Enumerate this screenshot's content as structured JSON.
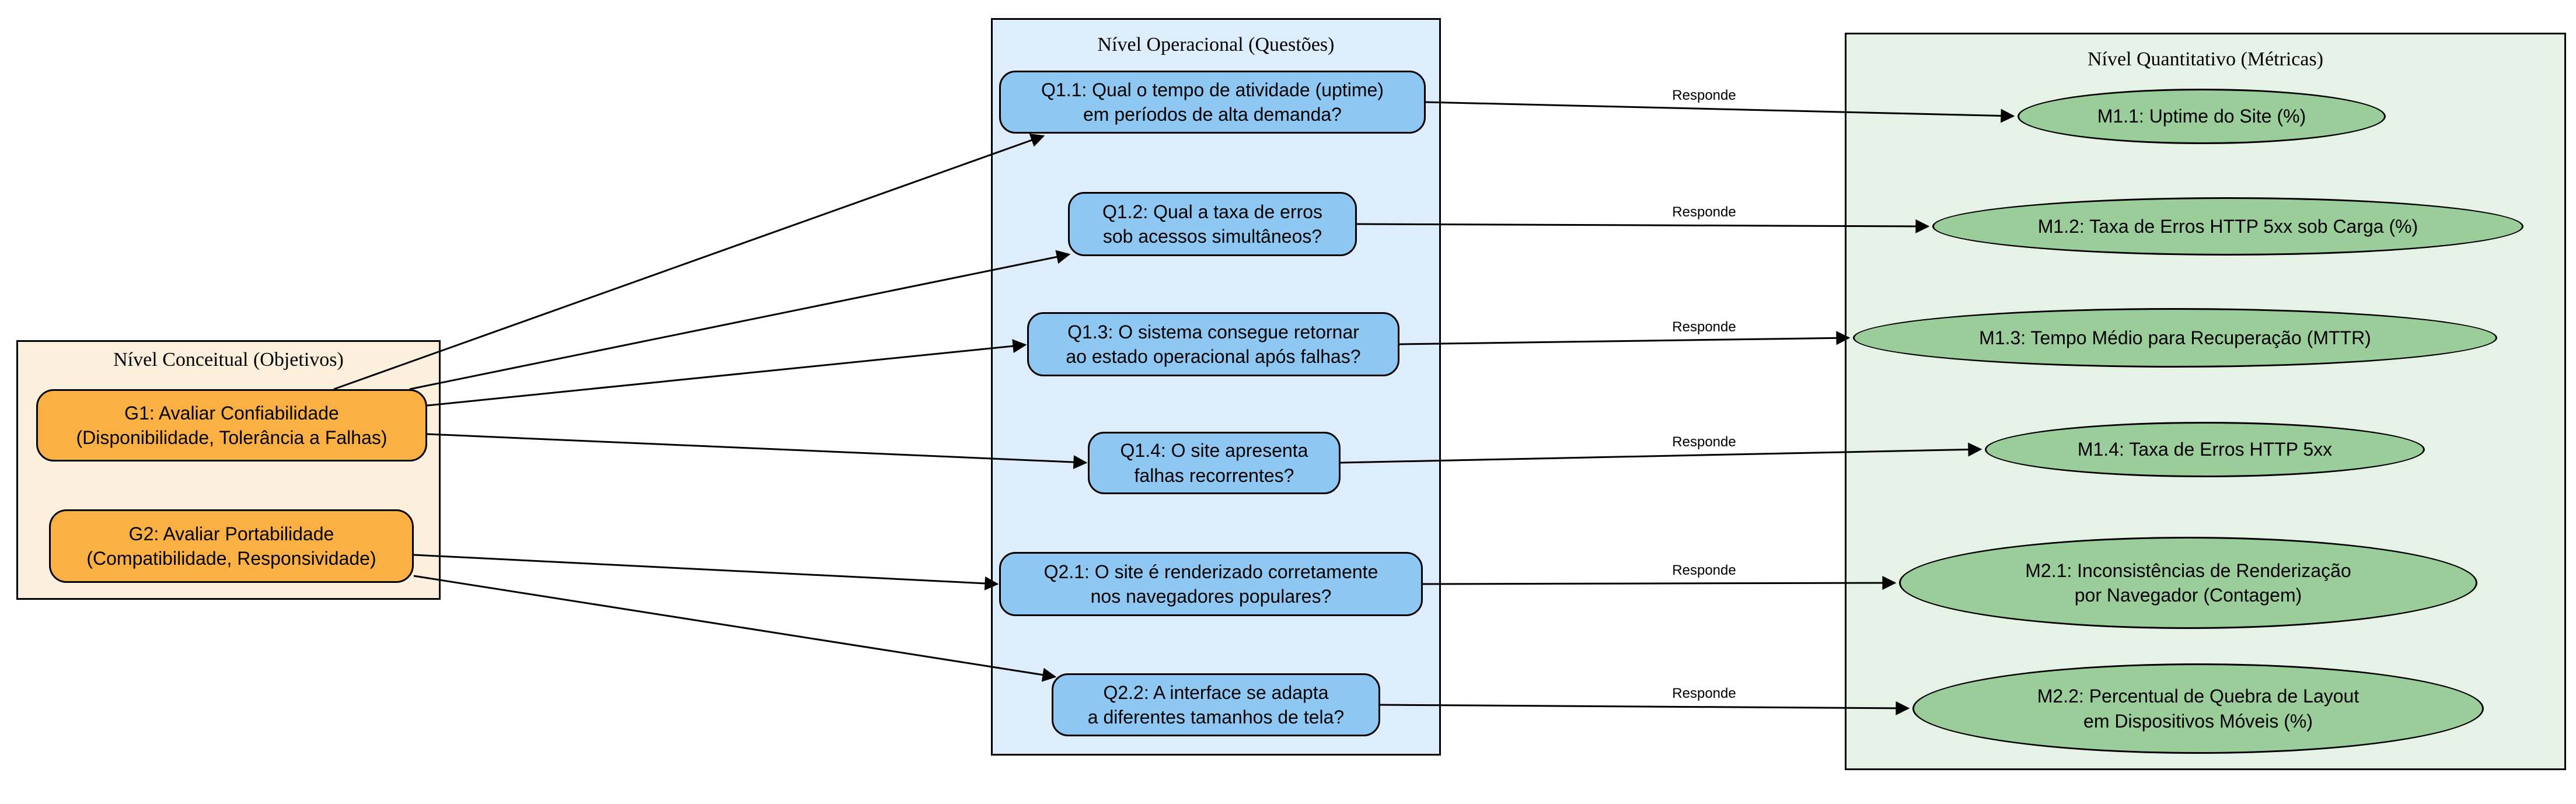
{
  "clusters": [
    {
      "id": "conceitual",
      "title": "Nível Conceitual (Objetivos)"
    },
    {
      "id": "operacional",
      "title": "Nível Operacional (Questões)"
    },
    {
      "id": "quantitativo",
      "title": "Nível Quantitativo (Métricas)"
    }
  ],
  "goals": [
    {
      "id": "G1",
      "label": "G1: Avaliar Confiabilidade\n(Disponibilidade, Tolerância a Falhas)"
    },
    {
      "id": "G2",
      "label": "G2: Avaliar Portabilidade\n(Compatibilidade, Responsividade)"
    }
  ],
  "questions": [
    {
      "id": "Q1.1",
      "label": "Q1.1: Qual o tempo de atividade (uptime)\nem períodos de alta demanda?"
    },
    {
      "id": "Q1.2",
      "label": "Q1.2: Qual a taxa de erros\nsob acessos simultâneos?"
    },
    {
      "id": "Q1.3",
      "label": "Q1.3: O sistema consegue retornar\nao estado operacional após falhas?"
    },
    {
      "id": "Q1.4",
      "label": "Q1.4: O site apresenta\nfalhas recorrentes?"
    },
    {
      "id": "Q2.1",
      "label": "Q2.1: O site é renderizado corretamente\nnos navegadores populares?"
    },
    {
      "id": "Q2.2",
      "label": "Q2.2: A interface se adapta\na diferentes tamanhos de tela?"
    }
  ],
  "metrics": [
    {
      "id": "M1.1",
      "label": "M1.1: Uptime do Site (%)"
    },
    {
      "id": "M1.2",
      "label": "M1.2: Taxa de Erros HTTP 5xx sob Carga (%)"
    },
    {
      "id": "M1.3",
      "label": "M1.3: Tempo Médio para Recuperação (MTTR)"
    },
    {
      "id": "M1.4",
      "label": "M1.4: Taxa de Erros HTTP 5xx"
    },
    {
      "id": "M2.1",
      "label": "M2.1: Inconsistências de Renderização\npor Navegador (Contagem)"
    },
    {
      "id": "M2.2",
      "label": "M2.2: Percentual de Quebra de Layout\nem Dispositivos Móveis (%)"
    }
  ],
  "edge_label": "Responde",
  "colors": {
    "goal_fill": "#FBB044",
    "question_fill": "#8DC7F2",
    "metric_fill": "#9BCD9B",
    "cluster_goal_bg": "#FCF0DC",
    "cluster_question_bg": "#DEEDFB",
    "cluster_metric_bg": "#E6F2E5",
    "stroke": "#000000"
  }
}
